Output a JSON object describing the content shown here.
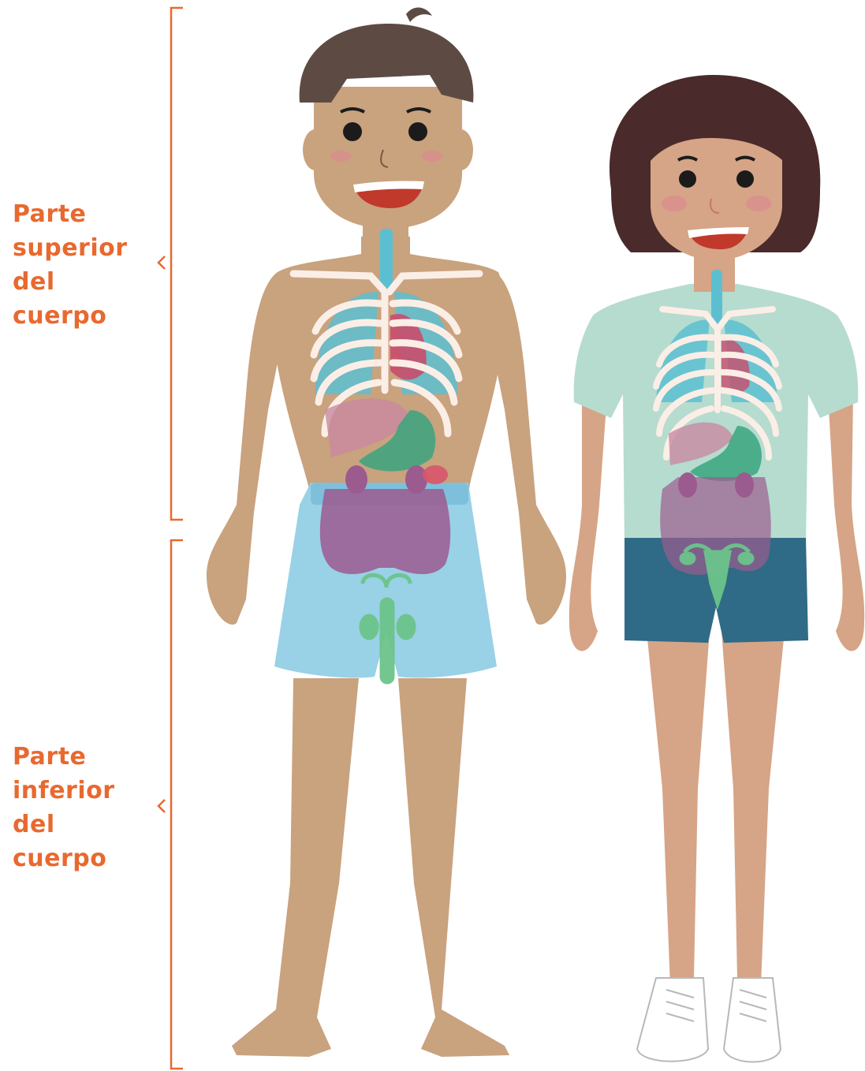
{
  "labels": {
    "upper": [
      "Parte",
      "superior",
      "del",
      "cuerpo"
    ],
    "lower": [
      "Parte",
      "inferior",
      "del",
      "cuerpo"
    ]
  },
  "colors": {
    "accent": "#e8692f",
    "skin_boy": "#c9a27e",
    "skin_girl": "#d6a487",
    "hair_boy": "#5d4b43",
    "hair_girl": "#4a2a2a",
    "shorts_boy": "#93cfe5",
    "shirt_girl": "#b5dccf",
    "shorts_girl": "#2f6b86",
    "lungs": "#5cbfd1",
    "ribs": "#fbeee6",
    "heart": "#c94c6c",
    "liver": "#c98aa0",
    "stomach": "#3aa47f",
    "intestines": "#9b5b8f",
    "reproductive": "#6cc48a"
  },
  "icons": [
    "bracket-upper-icon",
    "bracket-lower-icon",
    "boy-figure-icon",
    "girl-figure-icon"
  ]
}
